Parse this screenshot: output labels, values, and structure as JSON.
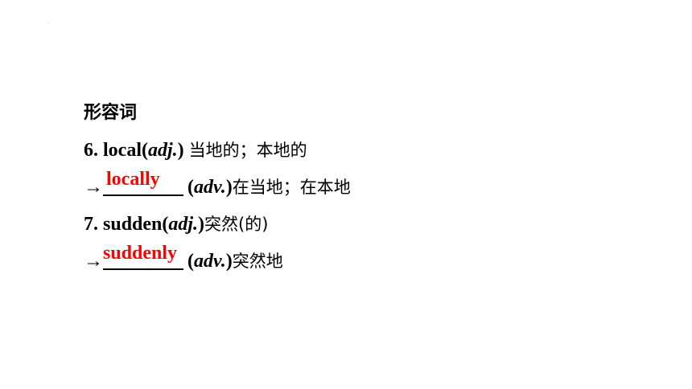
{
  "slide": {
    "marker": ".",
    "heading": "形容词",
    "items": [
      {
        "number": "6.",
        "word": "local(",
        "pos": "adj.",
        "pos_close": ")",
        "meaning": "当地的；本地的"
      },
      {
        "arrow": "→",
        "answer": "locally",
        "pos_open": "(",
        "pos": "adv.",
        "pos_close": ")",
        "meaning": "在当地；在本地"
      },
      {
        "number": "7.",
        "word": "sudden(",
        "pos": "adj.",
        "pos_close": ")",
        "meaning": "突然(的)"
      },
      {
        "arrow": "→",
        "answer": "suddenly",
        "pos_open": "(",
        "pos": "adv.",
        "pos_close": ")",
        "meaning": "突然地"
      }
    ]
  },
  "colors": {
    "answer": "#ff0000",
    "text": "#000000"
  }
}
